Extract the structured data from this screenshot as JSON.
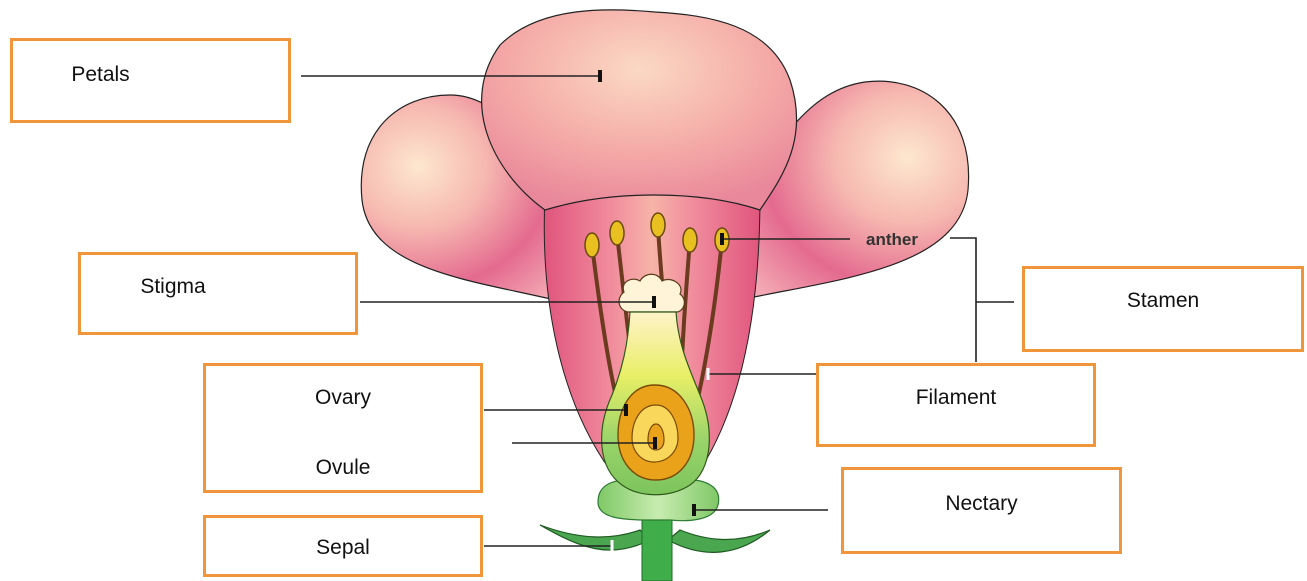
{
  "labels": {
    "petals": "Petals",
    "stigma": "Stigma",
    "stamen": "Stamen",
    "filament": "Filament",
    "ovary": "Ovary",
    "ovule": "Ovule",
    "nectary": "Nectary",
    "sepal": "Sepal",
    "anther": "anther"
  },
  "colors": {
    "box_border": "#f0953a",
    "petal_pink": "#e46a8f",
    "petal_light": "#fbd9c4",
    "stem_green": "#3fae4a",
    "ovary_green": "#8fd36a",
    "ovule_yellow": "#e9a21a"
  }
}
